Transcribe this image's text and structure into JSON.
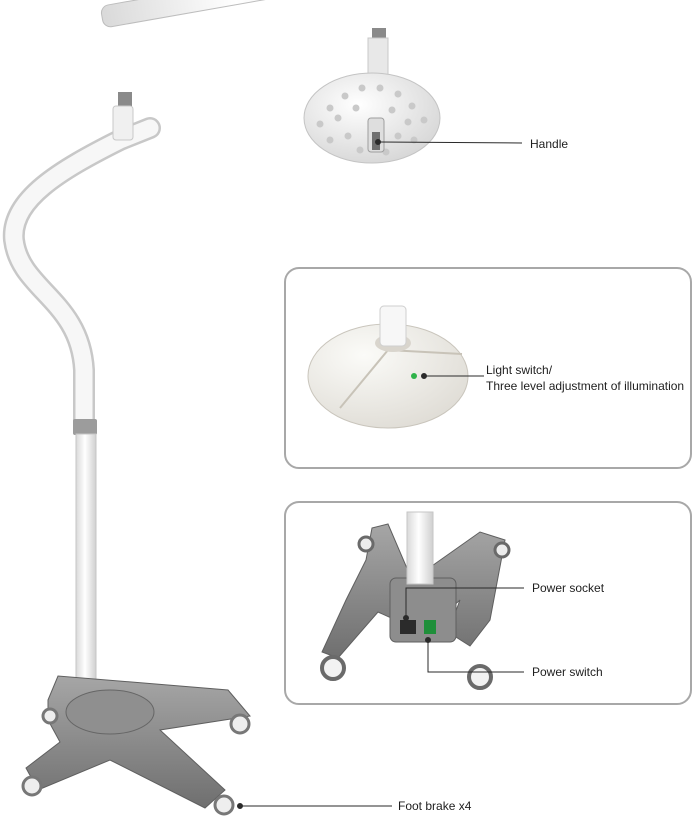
{
  "callouts": {
    "handle": "Handle",
    "light_switch_line1": "Light switch/",
    "light_switch_line2": "Three level adjustment of illumination",
    "power_socket": "Power socket",
    "power_switch": "Power switch",
    "foot_brake": "Foot brake x4"
  },
  "colors": {
    "lamp_white": "#f2f2f2",
    "base_gray": "#8c8c8c",
    "frame_gray": "#a8a8a8",
    "leader_line": "#2a2a2a",
    "indicator_green": "#2fb34a"
  }
}
